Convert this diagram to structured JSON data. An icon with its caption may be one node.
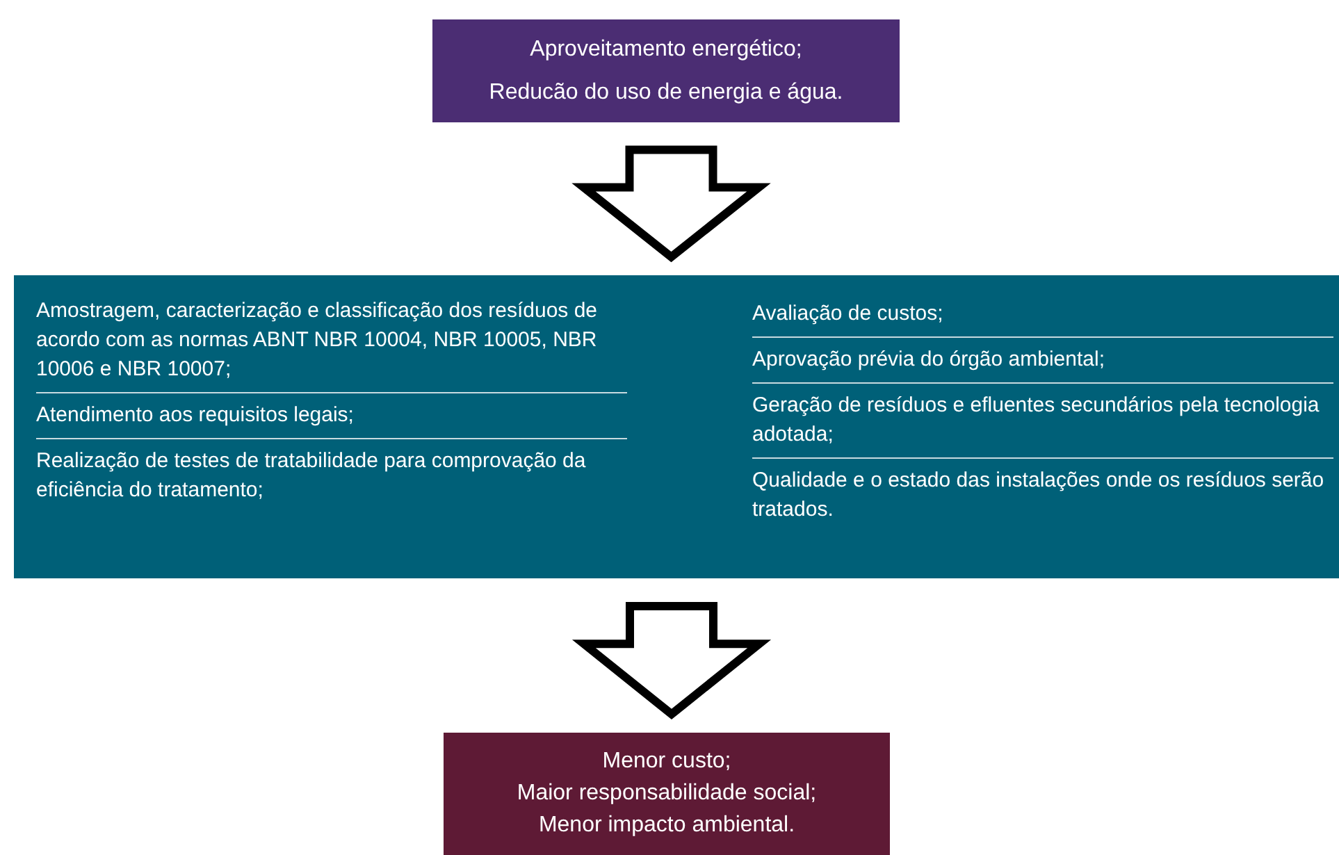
{
  "diagram": {
    "nodes": [
      {
        "text": [
          "Aproveitamento energético;",
          "Reducão do uso de energia e água."
        ]
      },
      {
        "text": [
          "Amostragem, caracterização e classificação dos resíduos de acordo com as normas ABNT NBR 10004, NBR 10005, NBR 10006 e NBR 10007;",
          "Atendimento aos requisitos legais;",
          "Realização de testes de tratabilidade para comprovação da eficiência do tratamento;",
          "Avaliação de custos;",
          "Aprovação prévia do órgão ambiental;",
          "Geração de resíduos e efluentes secundários pela tecnologia adotada;",
          "Qualidade e o estado das instalações onde os resíduos serão tratados."
        ]
      },
      {
        "text": [
          "Menor custo;",
          "Maior responsabilidade social;",
          "Menor impacto ambiental."
        ]
      }
    ],
    "edges": [
      {
        "from": 0,
        "to": 1,
        "arrow": "to"
      },
      {
        "from": 1,
        "to": 2,
        "arrow": "to"
      }
    ]
  }
}
